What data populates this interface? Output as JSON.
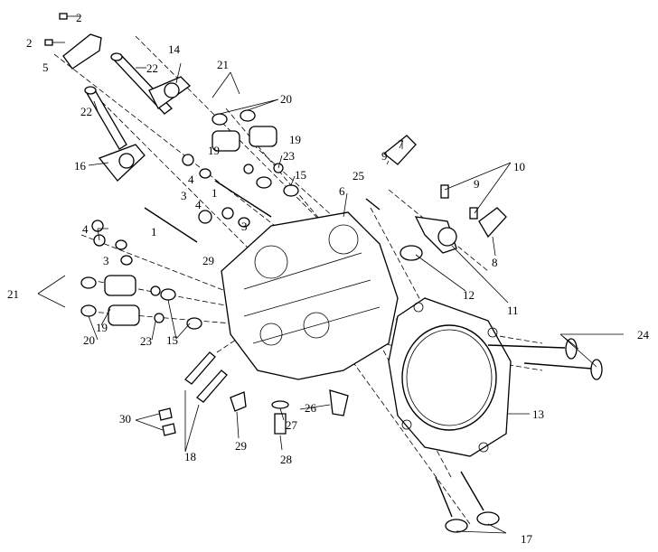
{
  "diagram": {
    "title": "Cylinder head exploded view",
    "callouts": [
      "2",
      "2",
      "5",
      "22",
      "14",
      "22",
      "21",
      "20",
      "19",
      "19",
      "23",
      "16",
      "4",
      "3",
      "1",
      "15",
      "25",
      "9",
      "7",
      "6",
      "10",
      "9",
      "4",
      "3",
      "4",
      "3",
      "1",
      "29",
      "8",
      "12",
      "11",
      "21",
      "20",
      "19",
      "23",
      "15",
      "24",
      "13",
      "30",
      "26",
      "27",
      "29",
      "28",
      "18",
      "17"
    ]
  }
}
